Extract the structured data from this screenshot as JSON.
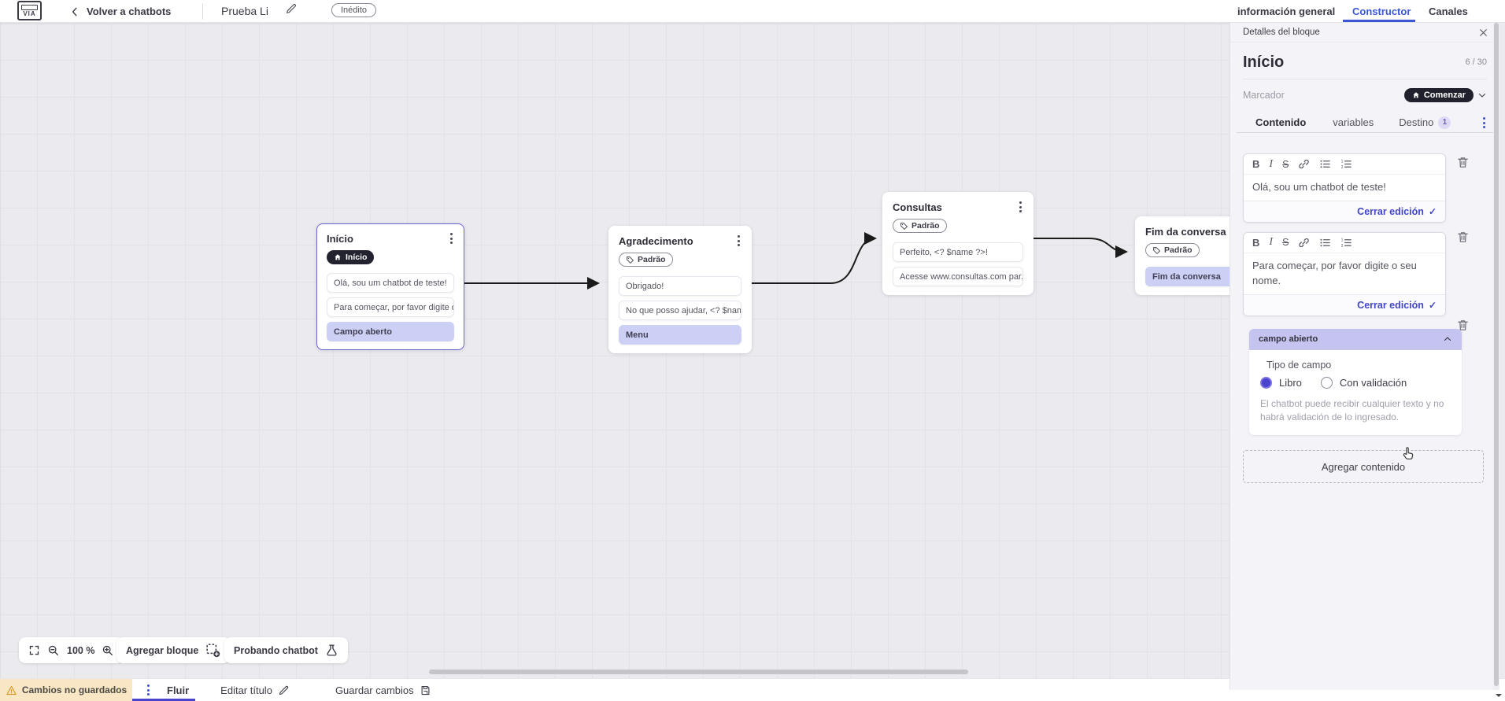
{
  "header": {
    "logo": "VIA",
    "back_label": "Volver a chatbots",
    "title": "Prueba Li",
    "status": "Inédito",
    "tabs": [
      "información general",
      "Constructor",
      "Canales"
    ]
  },
  "canvas": {
    "toolbar": {
      "zoom": "100 %",
      "add_block": "Agregar bloque",
      "test_chatbot": "Probando chatbot"
    },
    "nodes": [
      {
        "title": "Início",
        "badge": "Início",
        "items": [
          {
            "text": "Olá, sou um chatbot de teste!",
            "highlight": false
          },
          {
            "text": "Para começar, por favor digite o ...",
            "highlight": false
          },
          {
            "text": "Campo aberto",
            "highlight": true
          }
        ]
      },
      {
        "title": "Agradecimento",
        "badge": "Padrão",
        "items": [
          {
            "text": "Obrigado!",
            "highlight": false
          },
          {
            "text": "No que posso ajudar, <? $name ...",
            "highlight": false
          },
          {
            "text": "Menu",
            "highlight": true
          }
        ]
      },
      {
        "title": "Consultas",
        "badge": "Padrão",
        "items": [
          {
            "text": "Perfeito, <? $name ?>!",
            "highlight": false
          },
          {
            "text": "Acesse www.consultas.com par...",
            "highlight": false
          }
        ]
      },
      {
        "title": "Fim da conversa",
        "badge": "Padrão",
        "items": [
          {
            "text": "Fim da conversa",
            "highlight": true
          }
        ]
      }
    ]
  },
  "panel": {
    "header": "Detalles del bloque",
    "block_name": "Início",
    "char_count": "6 / 30",
    "marker_label": "Marcador",
    "marker_value": "Comenzar",
    "tab_contenido": "Contenido",
    "tab_variables": "variables",
    "tab_destino": "Destino",
    "destino_badge": "1",
    "editors": [
      {
        "text": "Olá, sou um chatbot de teste!",
        "close_label": "Cerrar edición"
      },
      {
        "text": "Para começar, por favor digite o seu nome.",
        "close_label": "Cerrar edición"
      }
    ],
    "field": {
      "header": "campo abierto",
      "type_label": "Tipo de campo",
      "option_libro": "Libro",
      "option_validacion": "Con validación",
      "help_text": "El chatbot puede recibir cualquier texto y no habrá validación de lo ingresado."
    },
    "add_content_label": "Agregar contenido"
  },
  "footer": {
    "unsaved": "Cambios no guardados",
    "flow_tab": "Fluir",
    "edit_title": "Editar título",
    "save": "Guardar cambios"
  },
  "colors": {
    "accent_blue": "#3d56d4",
    "selection_purple": "#ccd0f4",
    "selected_node_border": "#6a63d6",
    "dark_badge": "#23222f",
    "warning_bg": "#f9e6c4",
    "warning_icon": "#d99a2b",
    "wire": "#1a1a1a"
  }
}
